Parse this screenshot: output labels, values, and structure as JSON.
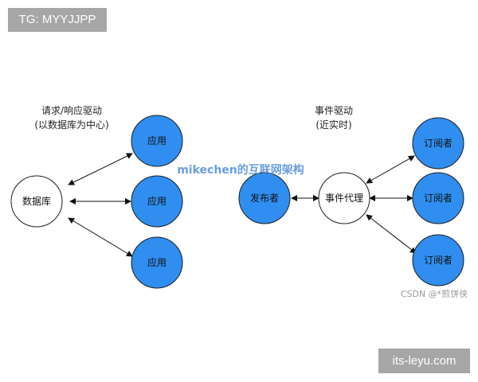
{
  "badges": {
    "top_left": "TG: MYYJJPP",
    "bottom_right": "its-leyu.com"
  },
  "left_section": {
    "caption_line1": "请求/响应驱动",
    "caption_line2": "(以数据库为中心)",
    "database_label": "数据库",
    "app_labels": [
      "应用",
      "应用",
      "应用"
    ]
  },
  "right_section": {
    "caption_line1": "事件驱动",
    "caption_line2": "(近实时)",
    "publisher_label": "发布者",
    "broker_label": "事件代理",
    "subscriber_labels": [
      "订阅者",
      "订阅者",
      "订阅者"
    ]
  },
  "watermarks": {
    "center": "mikechen的互联网架构",
    "csdn": "CSDN @*煎饼侠"
  },
  "colors": {
    "node_blue": "#2f8ef0",
    "node_stroke": "#1c1c1c",
    "white_node": "#ffffff",
    "badge_gray": "#a6a6a6"
  }
}
